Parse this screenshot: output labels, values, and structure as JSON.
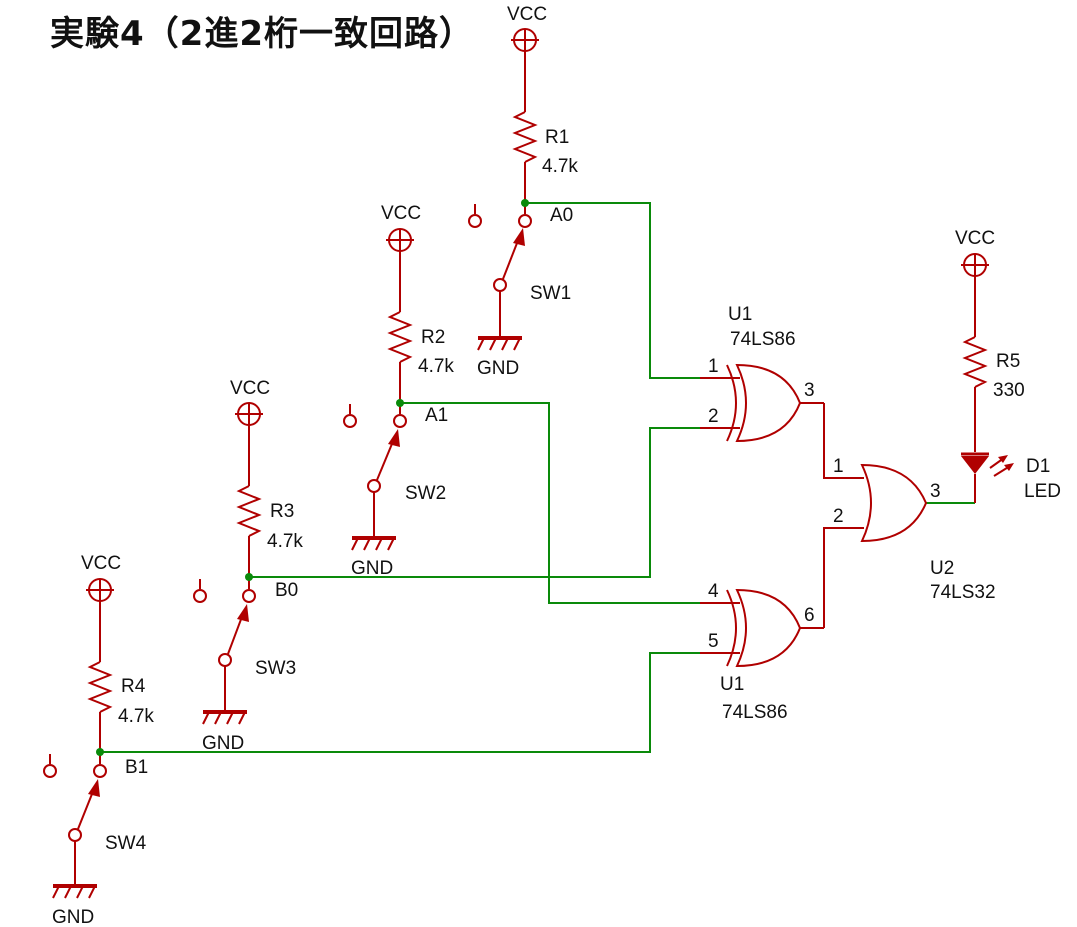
{
  "title": "実験4（2進2桁一致回路）",
  "colors": {
    "component": "#b00000",
    "wire": "#0a8a0a",
    "text": "#111111"
  },
  "power": {
    "vcc_label": "VCC",
    "gnd_label": "GND"
  },
  "resistors": [
    {
      "ref": "R1",
      "value": "4.7k"
    },
    {
      "ref": "R2",
      "value": "4.7k"
    },
    {
      "ref": "R3",
      "value": "4.7k"
    },
    {
      "ref": "R4",
      "value": "4.7k"
    },
    {
      "ref": "R5",
      "value": "330"
    }
  ],
  "switches": [
    {
      "ref": "SW1",
      "net": "A0"
    },
    {
      "ref": "SW2",
      "net": "A1"
    },
    {
      "ref": "SW3",
      "net": "B0"
    },
    {
      "ref": "SW4",
      "net": "B1"
    }
  ],
  "gates": [
    {
      "ref": "U1",
      "part": "74LS86",
      "type": "XOR",
      "pins": [
        "1",
        "2",
        "3"
      ]
    },
    {
      "ref": "U1",
      "part": "74LS86",
      "type": "XOR",
      "pins": [
        "4",
        "5",
        "6"
      ]
    },
    {
      "ref": "U2",
      "part": "74LS32",
      "type": "OR",
      "pins": [
        "1",
        "2",
        "3"
      ]
    }
  ],
  "led": {
    "ref": "D1",
    "value": "LED"
  }
}
